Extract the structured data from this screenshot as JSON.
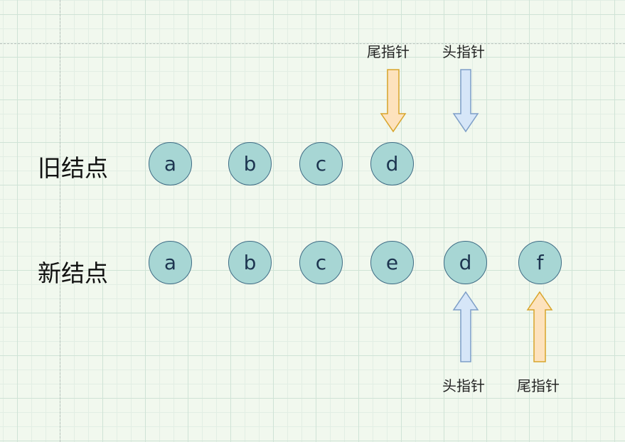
{
  "rows": {
    "old": {
      "label": "旧结点",
      "nodes": [
        "a",
        "b",
        "c",
        "d"
      ]
    },
    "new": {
      "label": "新结点",
      "nodes": [
        "a",
        "b",
        "c",
        "e",
        "d",
        "f"
      ]
    }
  },
  "pointers": {
    "old_tail": {
      "label": "尾指针",
      "direction": "down",
      "color": "orange"
    },
    "old_head": {
      "label": "头指针",
      "direction": "down",
      "color": "blue"
    },
    "new_head": {
      "label": "头指针",
      "direction": "up",
      "color": "blue"
    },
    "new_tail": {
      "label": "尾指针",
      "direction": "up",
      "color": "orange"
    }
  },
  "colors": {
    "node_fill": "#a7d6d4",
    "node_stroke": "#3e6b84",
    "orange_fill": "#fde2bd",
    "orange_stroke": "#d8a42a",
    "blue_fill": "#d6e6f8",
    "blue_stroke": "#7d9ec7"
  }
}
